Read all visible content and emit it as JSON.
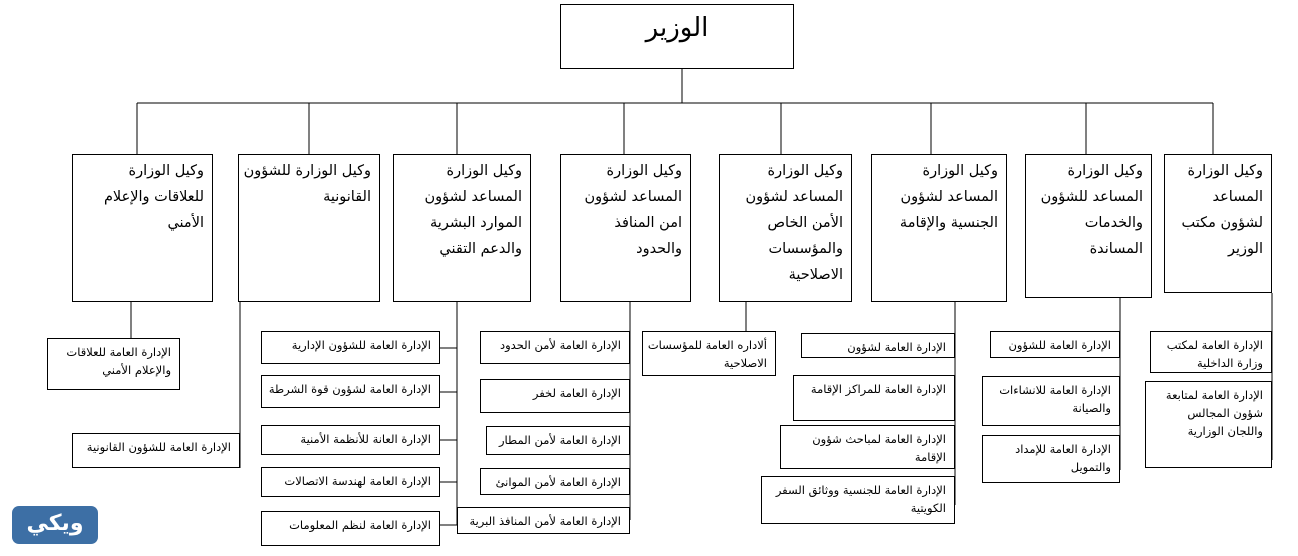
{
  "minister": "الوزير",
  "undersecretaries": [
    "وكيل الوزارة المساعد لشؤون مكتب الوزير",
    "وكيل الوزارة المساعد للشؤون والخدمات المساندة",
    "وكيل الوزارة المساعد لشؤون الجنسية والإقامة",
    "وكيل الوزارة المساعد لشؤون الأمن الخاص والمؤسسات الاصلاحية",
    "وكيل الوزارة المساعد لشؤون امن المنافذ والحدود",
    "وكيل الوزارة المساعد لشؤون الموارد البشرية والدعم التقني",
    "وكيل الوزارة للشؤون القانونية",
    "وكيل الوزارة للعلاقات والإعلام الأمني"
  ],
  "departments": [
    [
      "الإدارة العامة لمكتب وزارة الداخلية",
      "الإدارة العامة لمتابعة شؤون المجالس واللجان الوزارية"
    ],
    [
      "الإدارة العامة للشؤون",
      "الإدارة العامة للانشاءات والصيانة",
      "الإدارة العامة للإمداد والتمويل"
    ],
    [
      "الإدارة العامة لشؤون",
      "الإدارة العامة للمراكز الإقامة",
      "الإدارة العامة لمباحث شؤون الإقامة",
      "الإدارة العامة للجنسية ووثائق السفر الكويتية"
    ],
    [
      "ألاداره العامة للمؤسسات الاصلاحية"
    ],
    [
      "الإدارة العامة لأمن الحدود",
      "الإدارة العامة لخفر",
      "الإدارة العامة لأمن المطار",
      "الإدارة العامة لأمن الموانئ",
      "الإدارة العامة لأمن المنافذ البرية"
    ],
    [
      "الإدارة العامة للشؤون الإدارية",
      "الإدارة العامة لشؤون قوة الشرطة",
      "الإدارة العانة للأنظمة الأمنية",
      "الإدارة العامة لهندسة الاتصالات",
      "الإدارة العامة لنظم المعلومات"
    ],
    [
      "الإدارة العامة للشؤون القانونية"
    ],
    [
      "الإدارة العامة للعلاقات والإعلام الأمني"
    ]
  ],
  "logo_text": "ويكي"
}
